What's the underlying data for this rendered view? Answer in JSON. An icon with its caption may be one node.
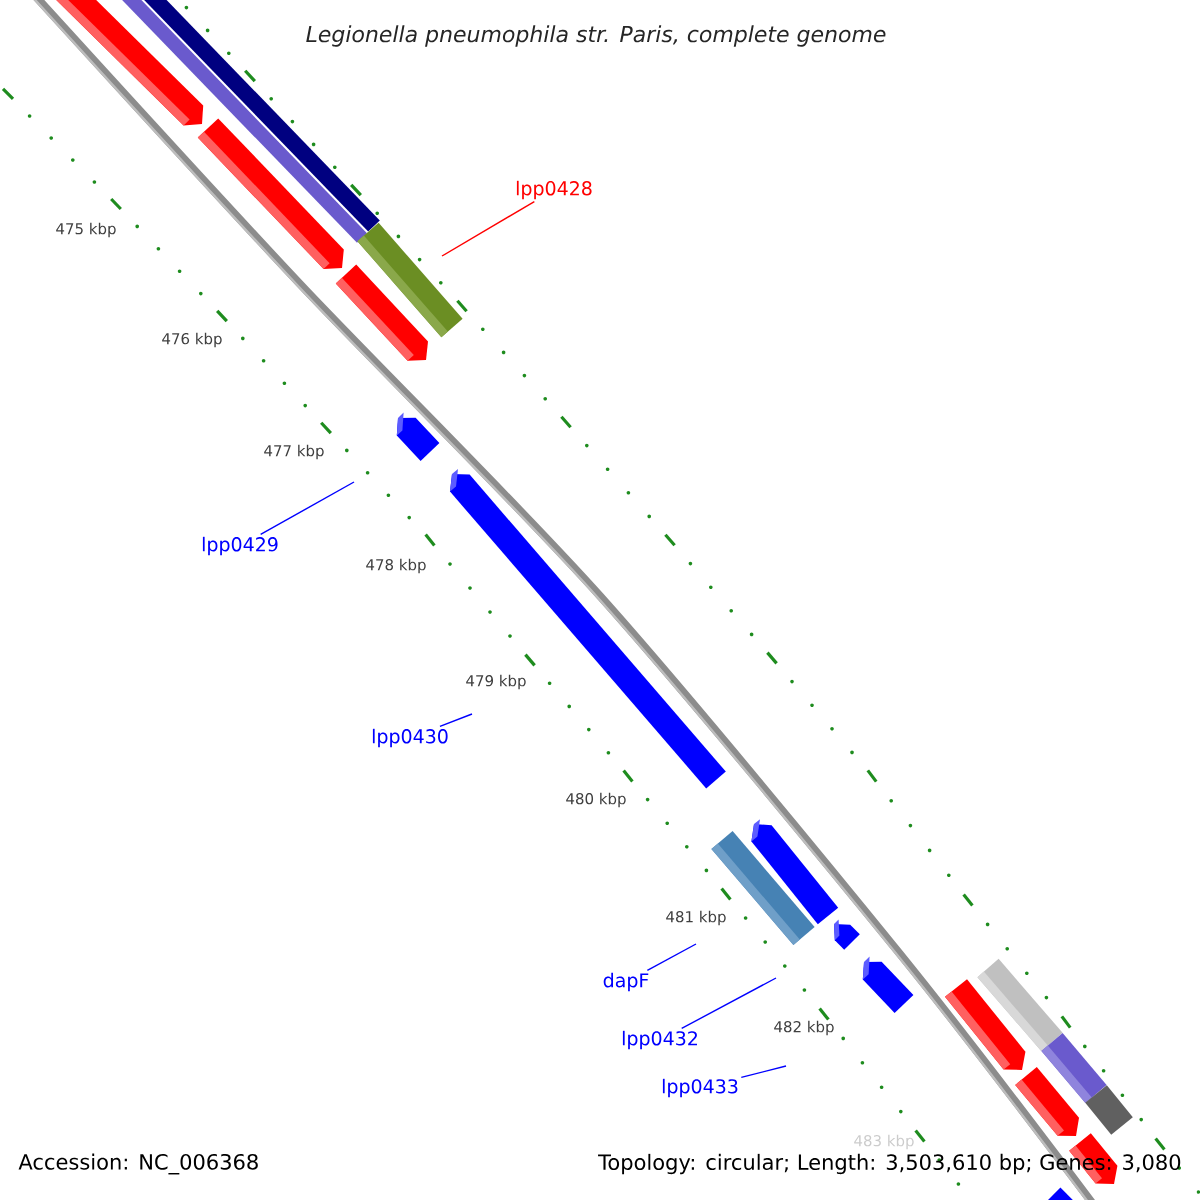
{
  "diagram": {
    "title": "Legionella pneumophila str. Paris, complete genome",
    "nodes": [
      {
        "text": [
          "lpp0428"
        ]
      },
      {
        "text": [
          "lpp0429"
        ]
      },
      {
        "text": [
          "lpp0430"
        ]
      },
      {
        "text": [
          "dapF"
        ]
      },
      {
        "text": [
          "lpp0432"
        ]
      },
      {
        "text": [
          "lpp0433"
        ]
      }
    ],
    "edges": [
      {
        "from": 0,
        "to": null,
        "arrow": "none",
        "color": "#ff0000"
      },
      {
        "from": 1,
        "to": null,
        "arrow": "none"
      },
      {
        "from": 2,
        "to": null,
        "arrow": "none"
      },
      {
        "from": 3,
        "to": null,
        "arrow": "none"
      },
      {
        "from": 4,
        "to": null,
        "arrow": "none"
      },
      {
        "from": 5,
        "to": null,
        "arrow": "none"
      }
    ],
    "labels": [
      "475 kbp",
      "476 kbp",
      "477 kbp",
      "478 kbp",
      "479 kbp",
      "480 kbp",
      "481 kbp",
      "482 kbp",
      "483 kbp",
      "Accession: NC_006368",
      "Topology: circular; Length: 3,503,610 bp; Genes: 3,080"
    ]
  }
}
